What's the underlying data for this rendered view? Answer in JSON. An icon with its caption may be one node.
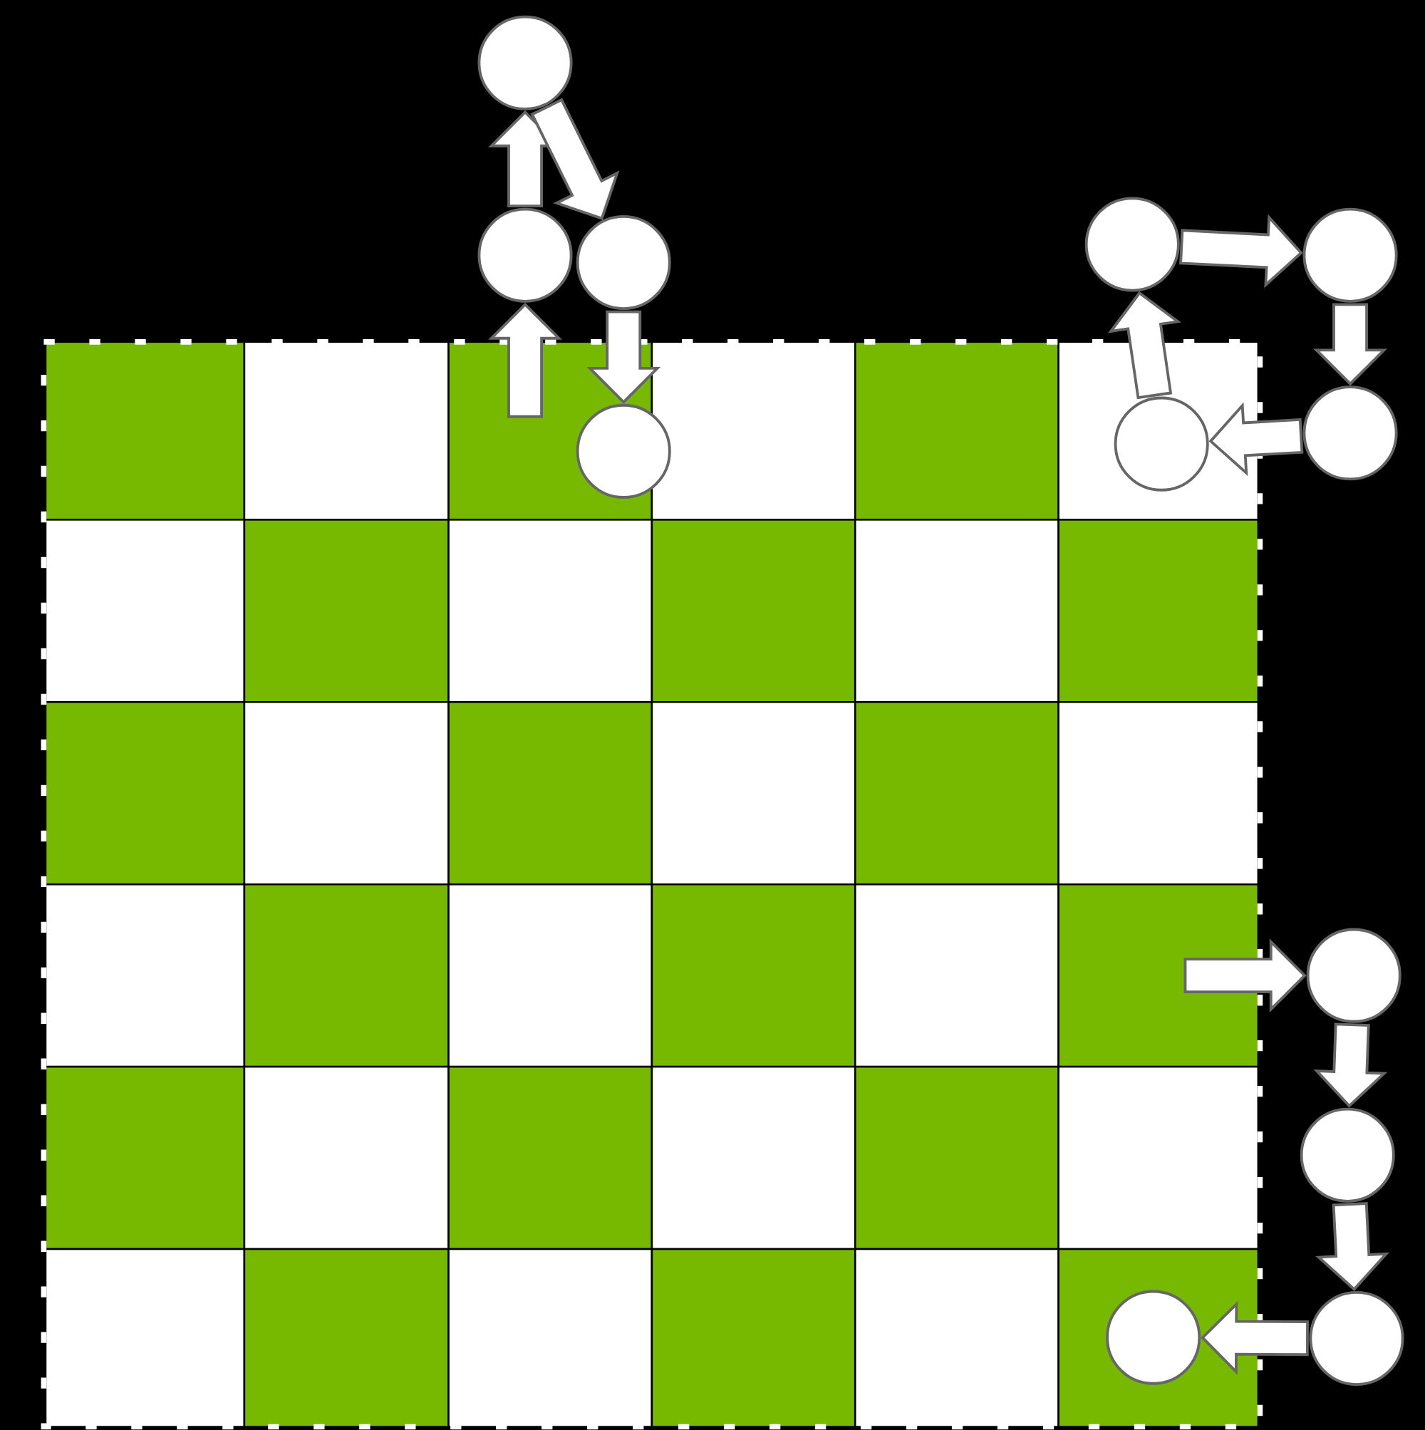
{
  "diagram": {
    "nodes": [
      {
        "text": [],
        "shape": "circle"
      },
      {
        "text": [],
        "shape": "circle"
      },
      {
        "text": [],
        "shape": "circle"
      },
      {
        "text": [],
        "shape": "circle"
      },
      {
        "text": [],
        "shape": "circle"
      },
      {
        "text": [],
        "shape": "circle"
      },
      {
        "text": [],
        "shape": "circle"
      },
      {
        "text": [],
        "shape": "circle"
      },
      {
        "text": [],
        "shape": "circle"
      },
      {
        "text": [],
        "shape": "circle"
      },
      {
        "text": [],
        "shape": "circle"
      },
      {
        "text": [],
        "shape": "circle"
      }
    ],
    "edges": [
      {
        "from": 2,
        "to": 0,
        "arrow": "to"
      },
      {
        "from": 0,
        "to": 4,
        "arrow": "to"
      },
      {
        "from": null,
        "to": 2,
        "arrow": "to"
      },
      {
        "from": 4,
        "to": 7,
        "arrow": "to"
      },
      {
        "from": 6,
        "to": 1,
        "arrow": "to"
      },
      {
        "from": 1,
        "to": 3,
        "arrow": "to"
      },
      {
        "from": 3,
        "to": 5,
        "arrow": "to"
      },
      {
        "from": 5,
        "to": 6,
        "arrow": "to"
      },
      {
        "from": null,
        "to": 8,
        "arrow": "to"
      },
      {
        "from": 8,
        "to": 9,
        "arrow": "to"
      },
      {
        "from": 9,
        "to": 11,
        "arrow": "to"
      },
      {
        "from": 11,
        "to": 10,
        "arrow": "to"
      }
    ]
  }
}
